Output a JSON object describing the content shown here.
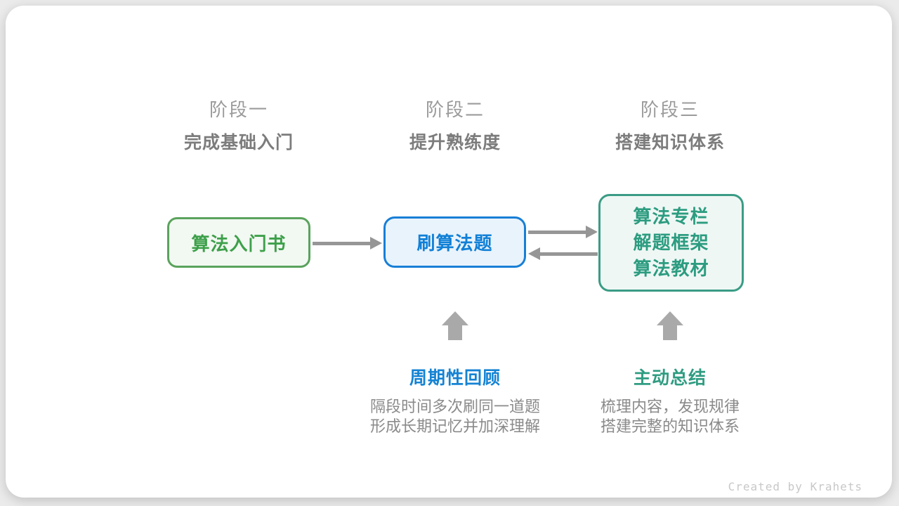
{
  "stages": [
    {
      "title": "阶段一",
      "subtitle": "完成基础入门"
    },
    {
      "title": "阶段二",
      "subtitle": "提升熟练度"
    },
    {
      "title": "阶段三",
      "subtitle": "搭建知识体系"
    }
  ],
  "nodes": [
    {
      "lines": [
        "算法入门书"
      ]
    },
    {
      "lines": [
        "刷算法题"
      ]
    },
    {
      "lines": [
        "算法专栏",
        "解题框架",
        "算法教材"
      ]
    }
  ],
  "annotations": [
    {
      "label": "周期性回顾",
      "desc_lines": [
        "隔段时间多次刷同一道题",
        "形成长期记忆并加深理解"
      ]
    },
    {
      "label": "主动总结",
      "desc_lines": [
        "梳理内容，发现规律",
        "搭建完整的知识体系"
      ]
    }
  ],
  "watermark": "Created by Krahets",
  "colors": {
    "node1_border": "#5aa35d",
    "node1_text": "#3da04a",
    "node1_bg": "#f2f8f2",
    "node2_border": "#187fd6",
    "node2_text": "#1180d6",
    "node2_bg": "#e9f3fc",
    "node3_border": "#3a9c85",
    "node3_text": "#2c9c80",
    "node3_bg": "#eff7f4",
    "arrow_gray": "#969696",
    "up_arrow_gray": "#a9a9a9",
    "stage_title_gray": "#9b9b9b",
    "stage_subtitle_gray": "#7c7c7c",
    "desc_gray": "#8a8a8a",
    "watermark_gray": "#c8c8c8",
    "card_bg": "#ffffff",
    "page_bg": "#ebebeb"
  }
}
